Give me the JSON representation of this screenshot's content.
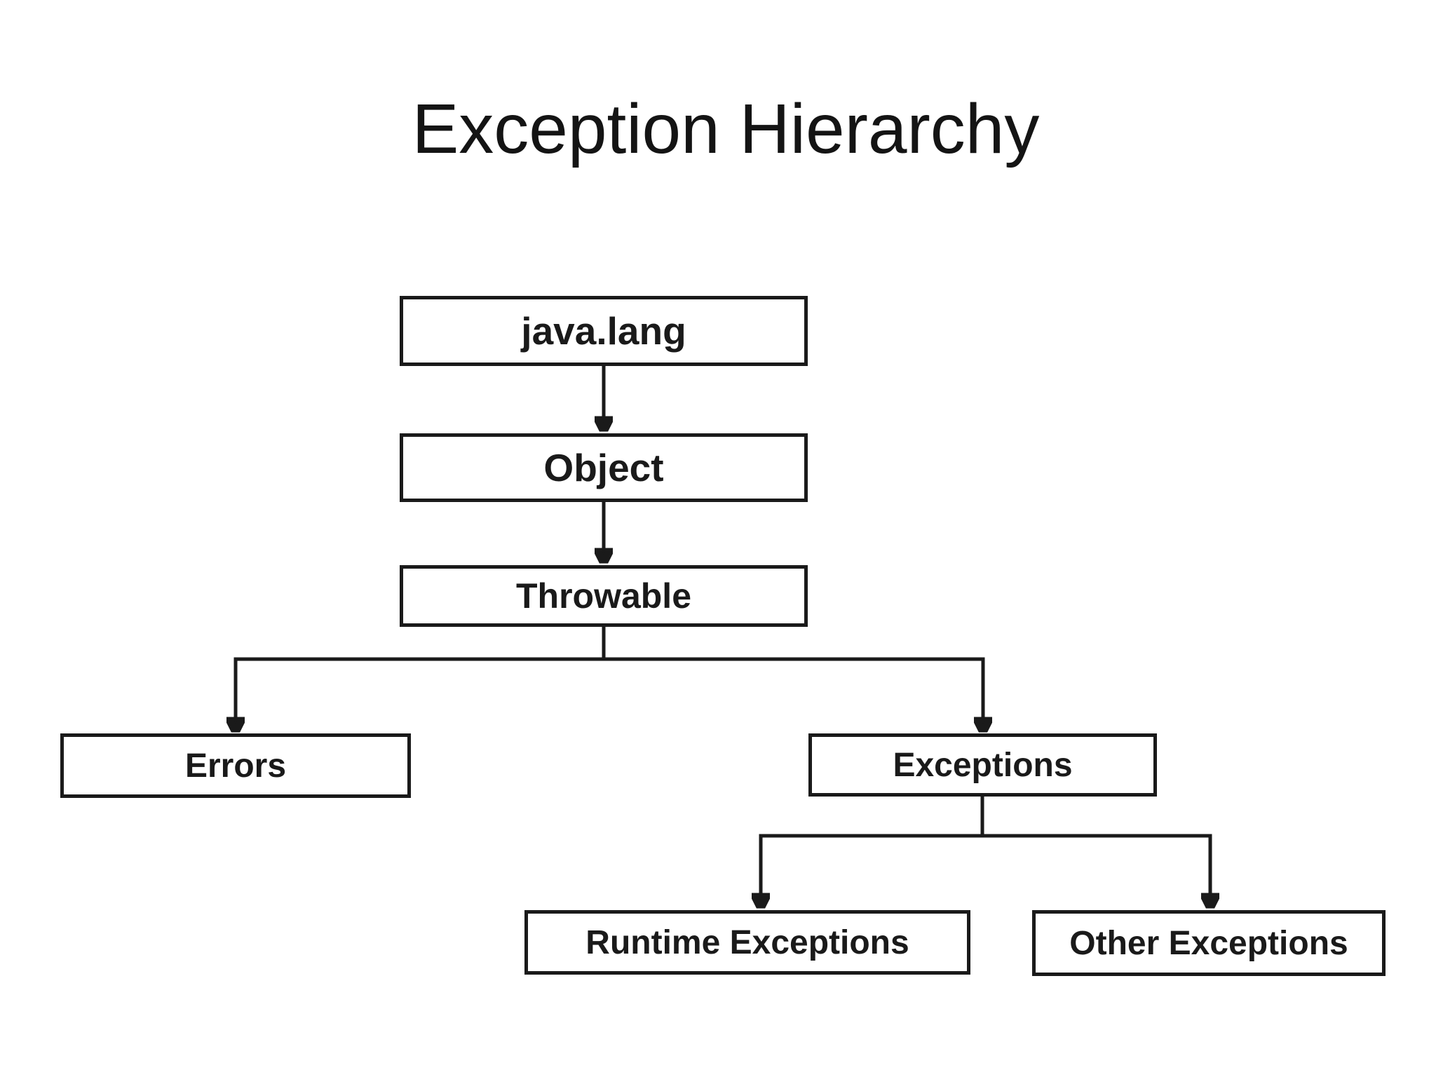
{
  "title": "Exception Hierarchy",
  "diagram": {
    "type": "flowchart",
    "nodes": [
      {
        "id": "java-lang",
        "label": "java.lang"
      },
      {
        "id": "object",
        "label": "Object"
      },
      {
        "id": "throwable",
        "label": "Throwable"
      },
      {
        "id": "errors",
        "label": "Errors"
      },
      {
        "id": "exceptions",
        "label": "Exceptions"
      },
      {
        "id": "runtime-exceptions",
        "label": "Runtime Exceptions"
      },
      {
        "id": "other-exceptions",
        "label": "Other Exceptions"
      }
    ],
    "edges": [
      {
        "from": "java-lang",
        "to": "object"
      },
      {
        "from": "object",
        "to": "throwable"
      },
      {
        "from": "throwable",
        "to": "errors"
      },
      {
        "from": "throwable",
        "to": "exceptions"
      },
      {
        "from": "exceptions",
        "to": "runtime-exceptions"
      },
      {
        "from": "exceptions",
        "to": "other-exceptions"
      }
    ]
  },
  "colors": {
    "background": "#ffffff",
    "line": "#1a1a1a",
    "box_border": "#1a1a1a",
    "box_fill": "#ffffff",
    "text": "#1a1a1a"
  }
}
